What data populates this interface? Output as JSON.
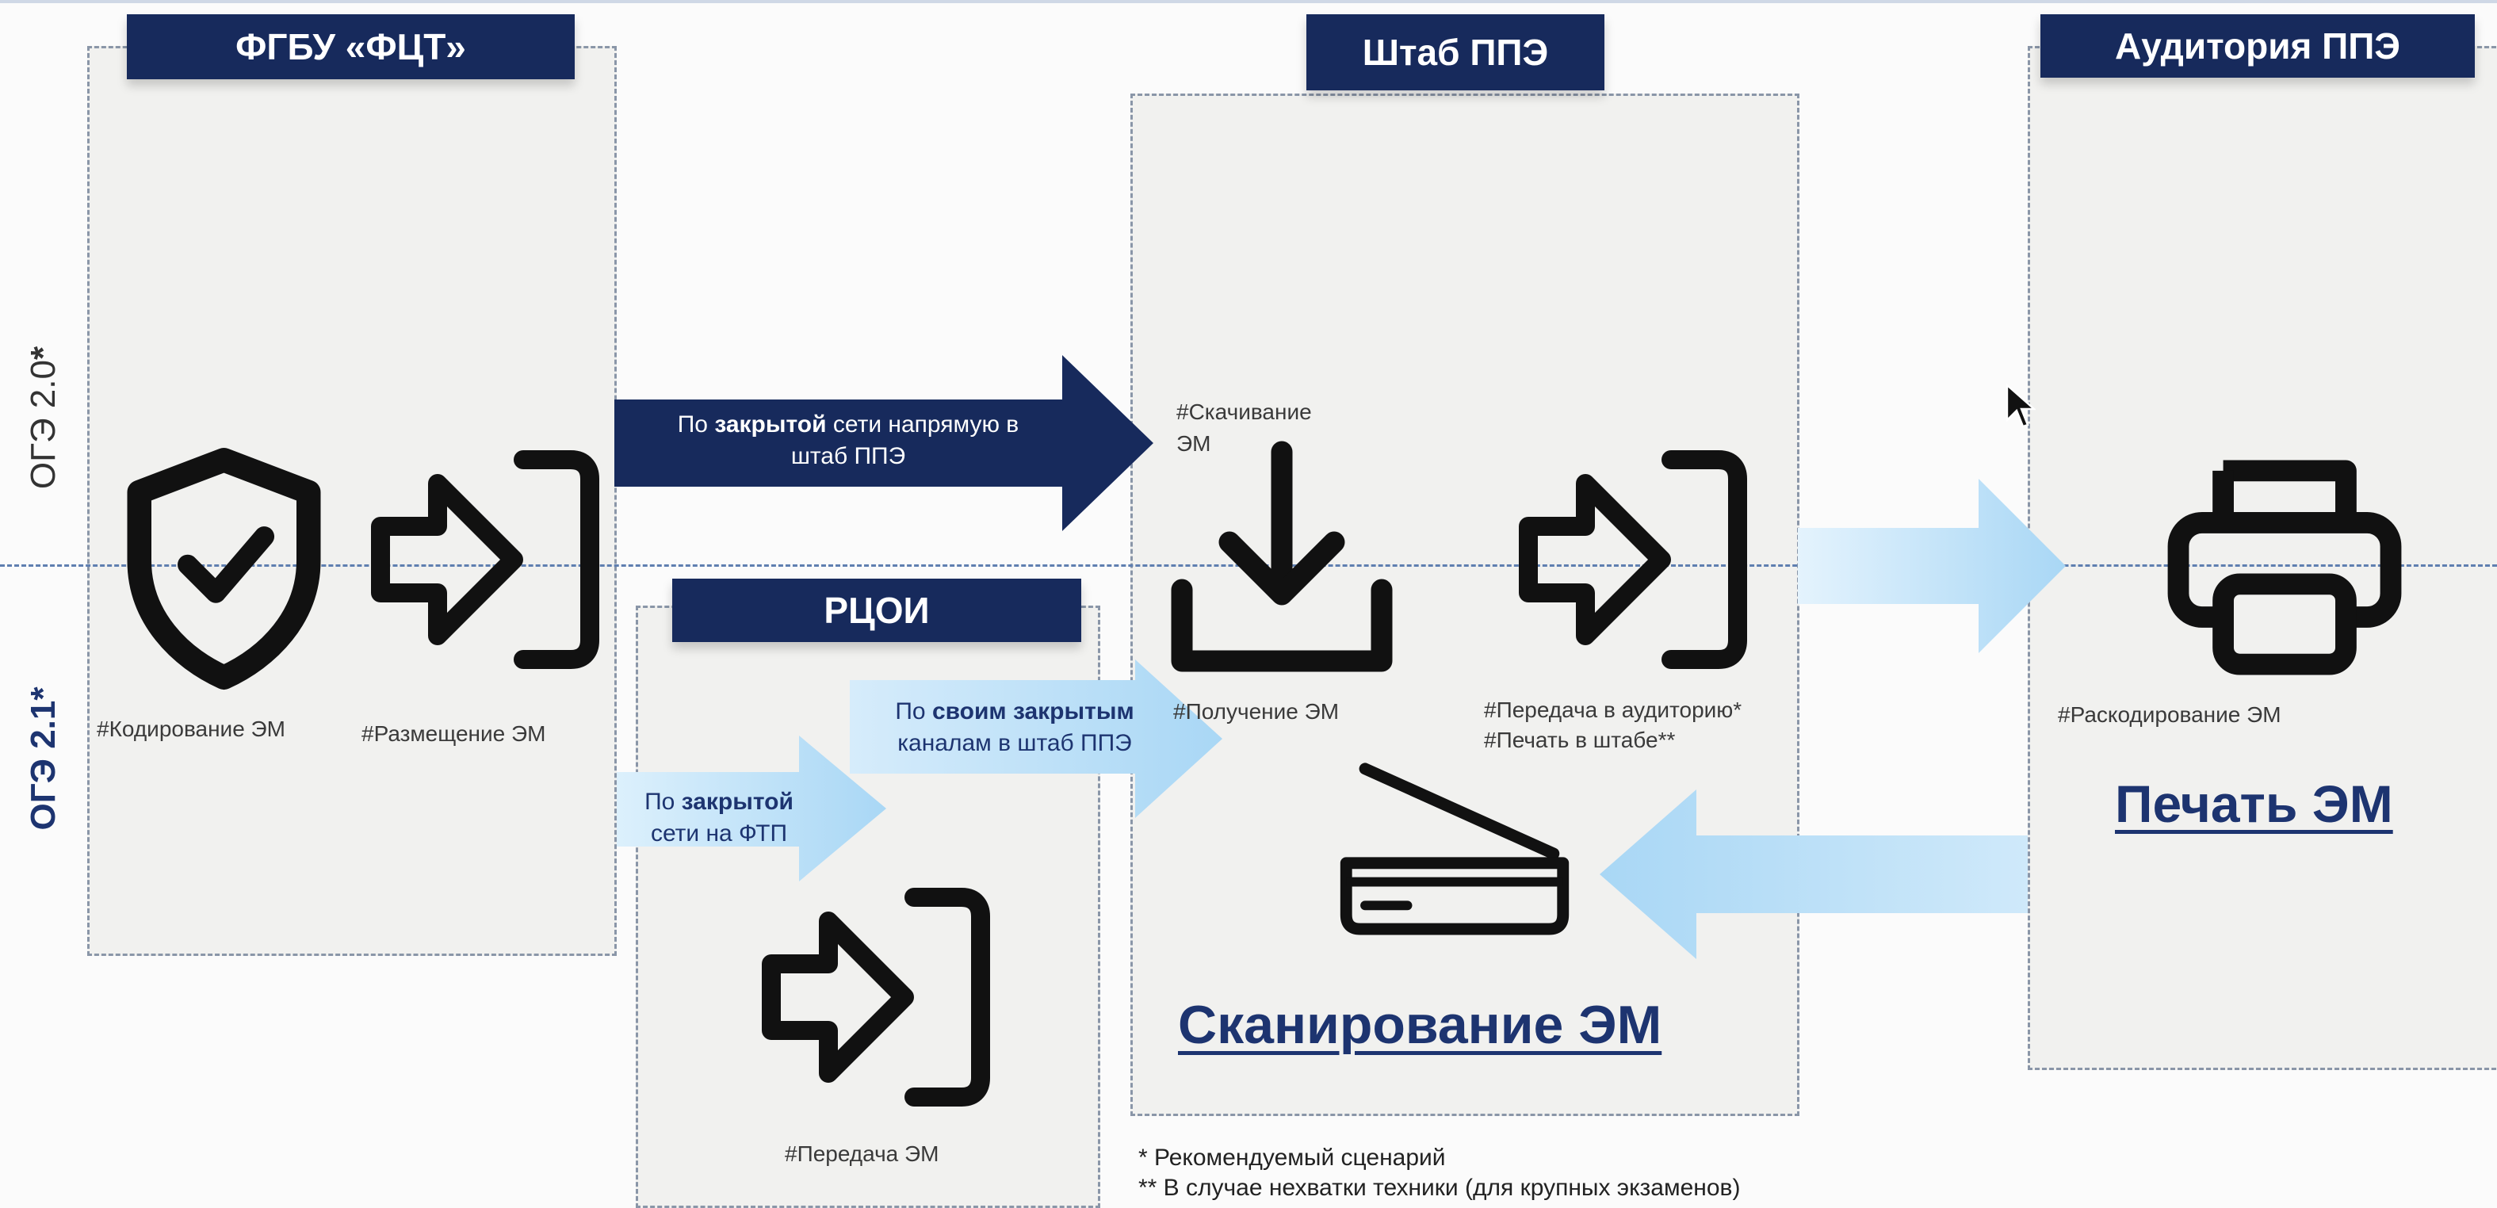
{
  "headers": {
    "fgbu": "ФГБУ «ФЦТ»",
    "shtab": "Штаб ППЭ",
    "auditoriya": "Аудитория ППЭ",
    "rcoi": "РЦОИ"
  },
  "scenario_labels": {
    "oge20": "ОГЭ 2.0",
    "oge21": "ОГЭ 2.1",
    "star": "*"
  },
  "captions": {
    "kodirovanie": "#Кодирование ЭМ",
    "razmeshchenie": "#Размещение ЭМ",
    "skachivanie_line1": "#Скачивание",
    "skachivanie_line2": "ЭМ",
    "poluchenie": "#Получение ЭМ",
    "peredacha_aud": "#Передача в аудиторию*",
    "pechat_shtab": "#Печать в штабе**",
    "raskodirovanie": "#Раскодирование ЭМ",
    "peredacha": "#Передача ЭМ"
  },
  "arrows": {
    "direct": {
      "pre": "По ",
      "bold": "закрытой",
      "post": " сети напрямую в",
      "line2": "штаб ППЭ"
    },
    "own_channels": {
      "pre": "По ",
      "bold": "своим закрытым",
      "line2": "каналам в штаб ППЭ"
    },
    "ftp": {
      "pre": "По ",
      "bold": "закрытой",
      "line2": "сети на ФТП"
    }
  },
  "titles": {
    "pechat": "Печать ЭМ",
    "skanirovanie": "Сканирование ЭМ"
  },
  "footnotes": {
    "one": "* Рекомендуемый сценарий",
    "two": "** В случае нехватки техники (для крупных экзаменов)"
  },
  "colors": {
    "navy": "#172a5c",
    "title_blue": "#1d3470",
    "light_arrow": "#bfe0f7",
    "dashed_border": "#8a96a8",
    "zone_fill": "#f1f1ef"
  },
  "icons": [
    "shield-check-icon",
    "sign-in-arrow-icon",
    "download-icon",
    "printer-icon",
    "scanner-icon"
  ]
}
